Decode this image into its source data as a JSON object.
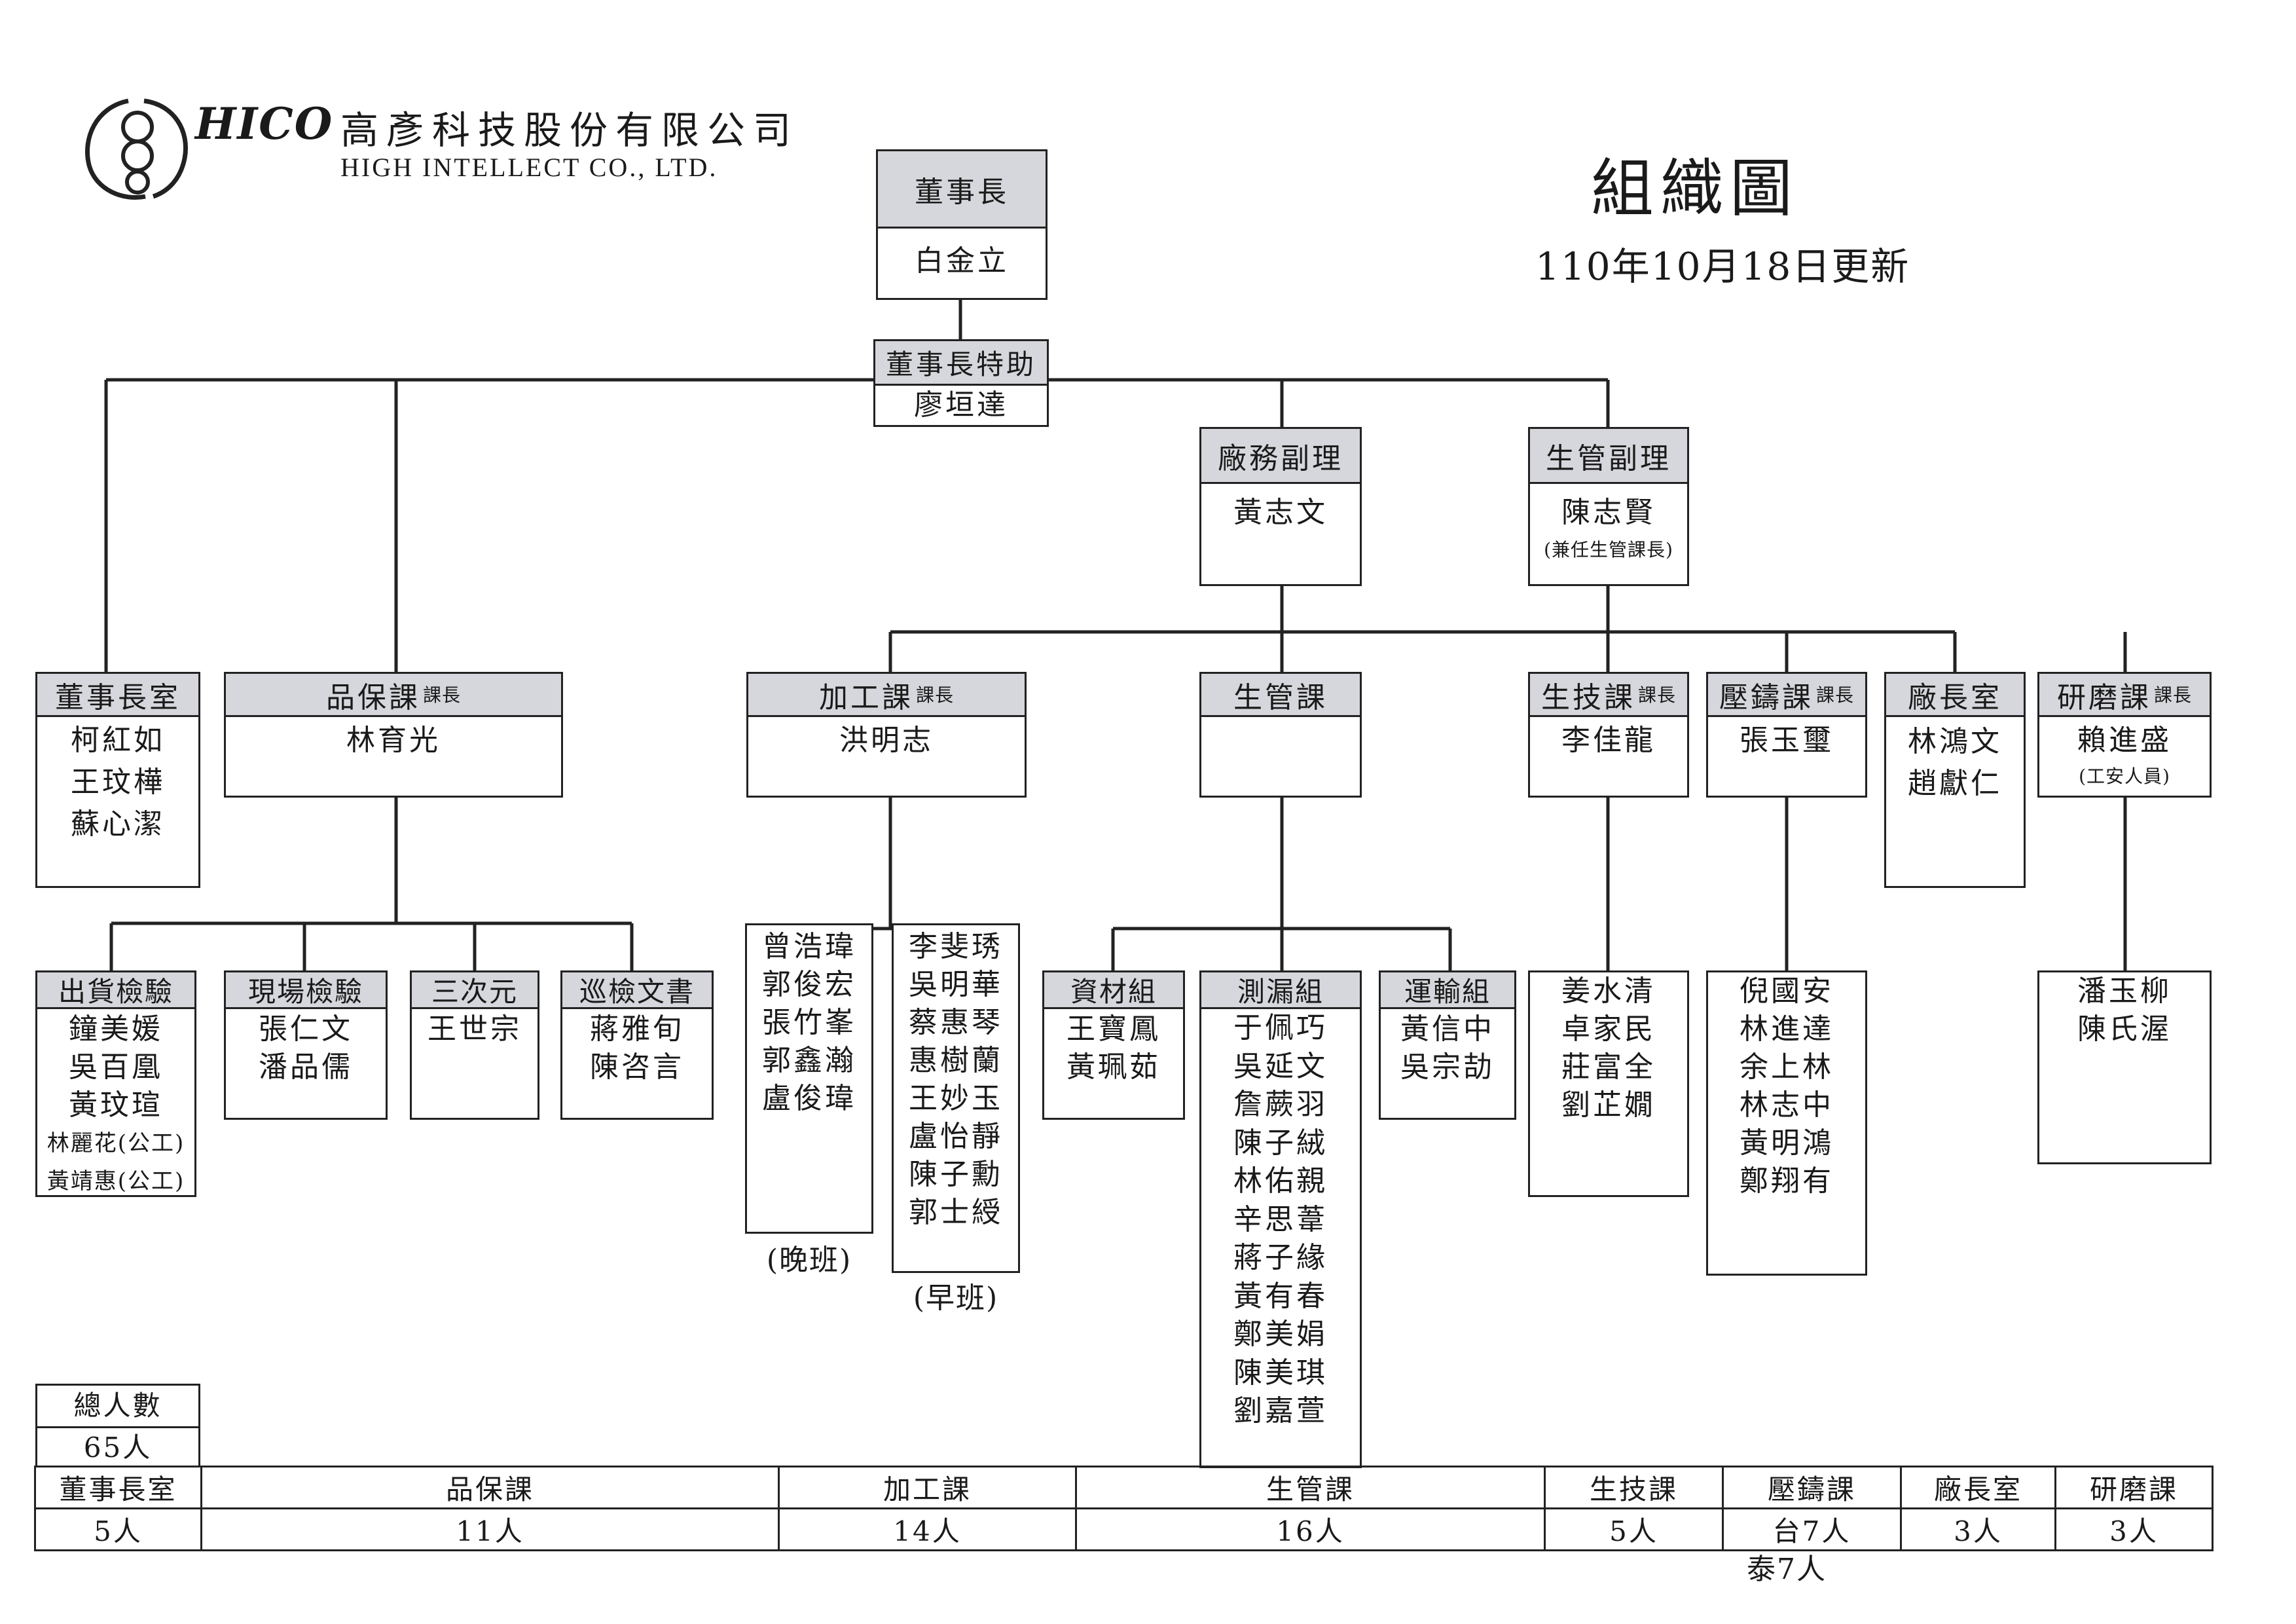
{
  "company": {
    "logo_text": "HICO",
    "name_zh": "高彥科技股份有限公司",
    "name_en": "HIGH INTELLECT CO., LTD."
  },
  "doc": {
    "title": "組織圖",
    "updated": "110年10月18日更新"
  },
  "chairman": {
    "title": "董事長",
    "name": "白金立"
  },
  "special_assistant": {
    "title": "董事長特助",
    "name": "廖垣達"
  },
  "plant_deputy": {
    "title": "廠務副理",
    "name": "黃志文"
  },
  "production_deputy": {
    "title": "生管副理",
    "name": "陳志賢",
    "note": "(兼任生管課長)"
  },
  "depts": [
    {
      "title": "董事長室",
      "suffix": "",
      "names": [
        "柯紅如",
        "王玟樺",
        "蘇心潔"
      ],
      "note": ""
    },
    {
      "title": "品保課",
      "suffix": "課長",
      "names": [
        "林育光"
      ],
      "note": ""
    },
    {
      "title": "加工課",
      "suffix": "課長",
      "names": [
        "洪明志"
      ],
      "note": ""
    },
    {
      "title": "生管課",
      "suffix": "",
      "names": [],
      "note": ""
    },
    {
      "title": "生技課",
      "suffix": "課長",
      "names": [
        "李佳龍"
      ],
      "note": ""
    },
    {
      "title": "壓鑄課",
      "suffix": "課長",
      "names": [
        "張玉璽"
      ],
      "note": ""
    },
    {
      "title": "廠長室",
      "suffix": "",
      "names": [
        "林鴻文",
        "趙獻仁"
      ],
      "note": ""
    },
    {
      "title": "研磨課",
      "suffix": "課長",
      "names": [
        "賴進盛"
      ],
      "note": "(工安人員)"
    }
  ],
  "qa_groups": [
    {
      "title": "出貨檢驗",
      "names": [
        "鐘美媛",
        "吳百凰",
        "黃玟瑄"
      ],
      "small_names": [
        "林麗花(公工)",
        "黃靖惠(公工)"
      ]
    },
    {
      "title": "現場檢驗",
      "names": [
        "張仁文",
        "潘品儒"
      ],
      "small_names": []
    },
    {
      "title": "三次元",
      "names": [
        "王世宗"
      ],
      "small_names": []
    },
    {
      "title": "巡檢文書",
      "names": [
        "蔣雅旬",
        "陳咨言"
      ],
      "small_names": []
    }
  ],
  "machining_shifts": [
    {
      "names": [
        "曾浩瑋",
        "郭俊宏",
        "張竹峯",
        "郭鑫瀚",
        "盧俊瑋"
      ],
      "label": "(晚班)"
    },
    {
      "names": [
        "李斐琇",
        "吳明華",
        "蔡惠琴",
        "惠樹蘭",
        "王妙玉",
        "盧怡靜",
        "陳子勳",
        "郭士綬"
      ],
      "label": "(早班)"
    }
  ],
  "pc_groups": [
    {
      "title": "資材組",
      "names": [
        "王寶鳳",
        "黃珮茹"
      ]
    },
    {
      "title": "測漏組",
      "names": [
        "于佩巧",
        "吳延文",
        "詹蕨羽",
        "陳子絨",
        "林佑親",
        "辛思葦",
        "蔣子緣",
        "黃有春",
        "鄭美娟",
        "陳美琪",
        "劉嘉萱"
      ]
    },
    {
      "title": "運輸組",
      "names": [
        "黃信中",
        "吳宗劼"
      ]
    }
  ],
  "tech_staff": [
    "姜水清",
    "卓家民",
    "莊富全",
    "劉芷嫺"
  ],
  "diecast_staff": [
    "倪國安",
    "林進達",
    "余上林",
    "林志中",
    "黃明鴻",
    "鄭翔有"
  ],
  "grinding_staff": [
    "潘玉柳",
    "陳氏渥"
  ],
  "summary": {
    "total_label": "總人數",
    "total_value": "65人",
    "columns": [
      {
        "label": "董事長室",
        "value": "5人"
      },
      {
        "label": "品保課",
        "value": "11人"
      },
      {
        "label": "加工課",
        "value": "14人"
      },
      {
        "label": "生管課",
        "value": "16人"
      },
      {
        "label": "生技課",
        "value": "5人"
      },
      {
        "label": "壓鑄課",
        "value": "台7人"
      },
      {
        "label": "廠長室",
        "value": "3人"
      },
      {
        "label": "研磨課",
        "value": "3人"
      }
    ],
    "extra": "泰7人"
  }
}
